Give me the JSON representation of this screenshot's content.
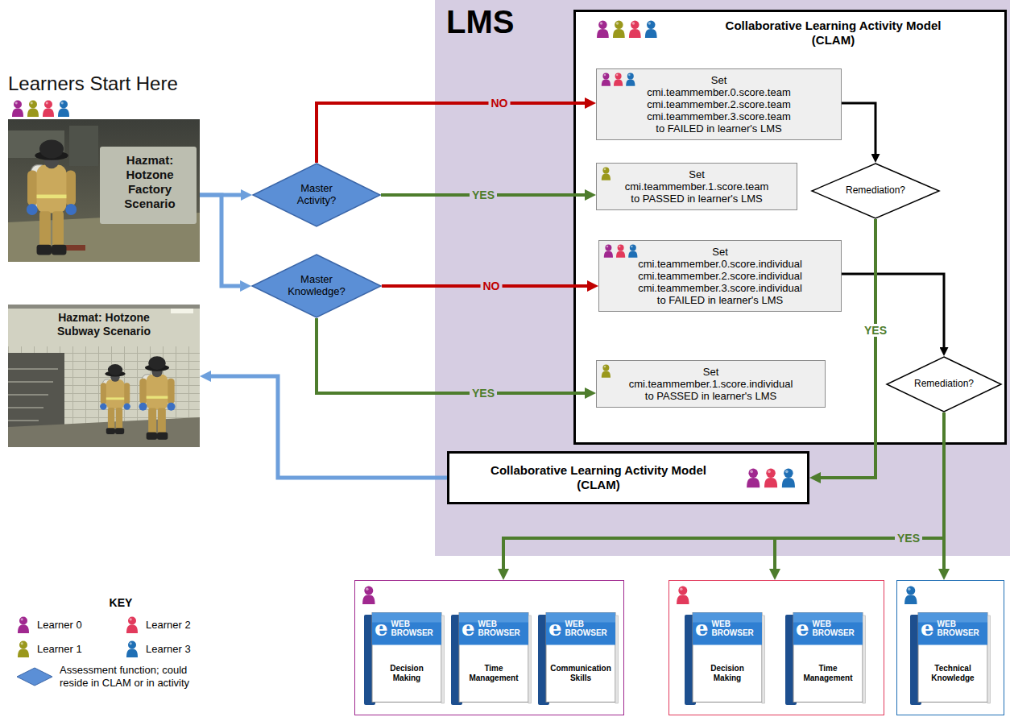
{
  "diagram": {
    "nodes": [
      {
        "text": [
          "Learners Start Here",
          "Hazmat: Hotzone Factory Scenario"
        ]
      },
      {
        "text": [
          "Hazmat: Hotzone Subway Scenario"
        ]
      },
      {
        "text": [
          "Master Activity?"
        ]
      },
      {
        "text": [
          "Master Knowledge?"
        ]
      },
      {
        "text": [
          "LMS"
        ]
      },
      {
        "text": [
          "Collaborative Learning Activity Model (CLAM)"
        ],
        "in": 4
      },
      {
        "text": [
          "Set cmi.teammember.0.score.team cmi.teammember.2.score.team cmi.teammember.3.score.team to FAILED in learner's LMS"
        ],
        "in": 5
      },
      {
        "text": [
          "Set cmi.teammember.1.score.team to PASSED in learner's LMS"
        ],
        "in": 5
      },
      {
        "text": [
          "Set cmi.teammember.0.score.individual cmi.teammember.2.score.individual cmi.teammember.3.score.individual to FAILED in learner's LMS"
        ],
        "in": 5
      },
      {
        "text": [
          "Set cmi.teammember.1.score.individual to PASSED in learner's LMS"
        ],
        "in": 5
      },
      {
        "text": [
          "Remediation?"
        ],
        "in": 5
      },
      {
        "text": [
          "Remediation?"
        ],
        "in": 5
      },
      {
        "text": [
          "Collaborative Learning Activity Model (CLAM)"
        ],
        "in": 4
      },
      {
        "text": []
      },
      {
        "text": [
          "e",
          "WEB BROWSER",
          "Decision Making"
        ],
        "in": 13
      },
      {
        "text": [
          "e",
          "WEB BROWSER",
          "Time Management"
        ],
        "in": 13
      },
      {
        "text": [
          "e",
          "WEB BROWSER",
          "Communication Skills"
        ],
        "in": 13
      },
      {
        "text": []
      },
      {
        "text": [
          "e",
          "WEB BROWSER",
          "Decision Making"
        ],
        "in": 17
      },
      {
        "text": [
          "e",
          "WEB BROWSER",
          "Time Management"
        ],
        "in": 17
      },
      {
        "text": []
      },
      {
        "text": [
          "e",
          "WEB BROWSER",
          "Technical Knowledge"
        ],
        "in": 20
      }
    ],
    "edges": [
      {
        "from": 0,
        "to": 2,
        "arrow": "to"
      },
      {
        "from": 0,
        "to": 3,
        "arrow": "to"
      },
      {
        "from": 2,
        "to": 6,
        "label": "NO",
        "arrow": "to"
      },
      {
        "from": 2,
        "to": 7,
        "label": "YES",
        "arrow": "to"
      },
      {
        "from": 3,
        "to": 8,
        "label": "NO",
        "arrow": "to"
      },
      {
        "from": 3,
        "to": 9,
        "label": "YES",
        "arrow": "to"
      },
      {
        "from": 6,
        "to": 10,
        "arrow": "to"
      },
      {
        "from": 8,
        "to": 11,
        "arrow": "to"
      },
      {
        "from": 10,
        "to": 12,
        "label": "YES",
        "arrow": "to"
      },
      {
        "from": 11,
        "to": 13,
        "arrow": "to"
      },
      {
        "from": 11,
        "to": 17,
        "label": "YES",
        "arrow": "to"
      },
      {
        "from": 11,
        "to": 20,
        "arrow": "to"
      },
      {
        "from": 12,
        "to": 1,
        "arrow": "to"
      }
    ],
    "labels": [
      "KEY"
    ],
    "legend": [
      {
        "text": "Learner 0",
        "color": "#a0288f"
      },
      {
        "text": "Learner 2",
        "color": "#e23a5c"
      },
      {
        "text": "Learner 1",
        "color": "#9a981c"
      },
      {
        "text": "Learner 3",
        "color": "#1f6fb5"
      },
      {
        "text": "Assessment function; could reside in CLAM or in activity"
      }
    ]
  }
}
